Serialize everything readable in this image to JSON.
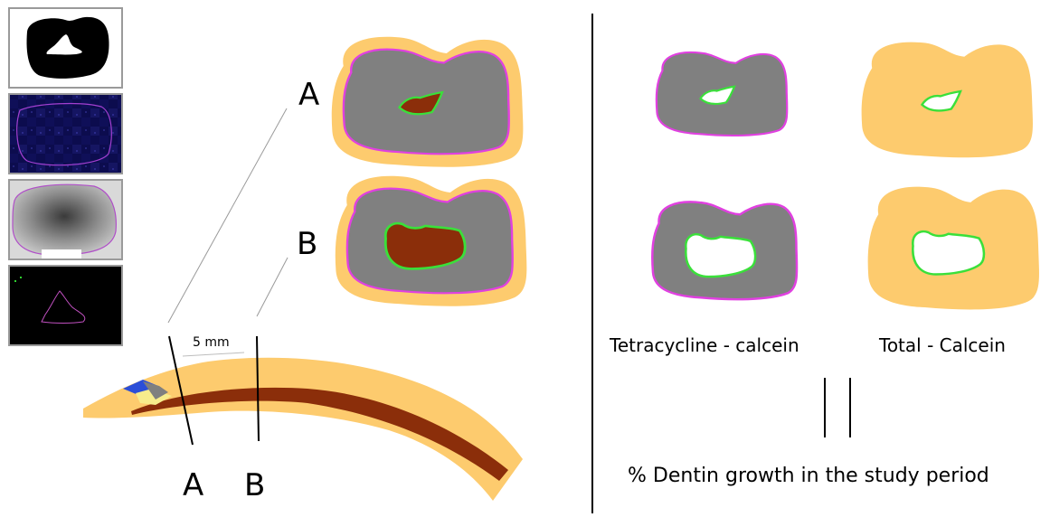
{
  "section_labels": {
    "a_top": "A",
    "b_top": "B",
    "a_bottom": "A",
    "b_bottom": "B"
  },
  "scale_bar": "5 mm",
  "captions": {
    "tetracycline": "Tetracycline - calcein",
    "total": "Total - Calcein",
    "result": "% Dentin growth in the study period"
  },
  "colors": {
    "dentin_beige": "#FDCB6E",
    "grey_area": "#808080",
    "pulp_brown": "#8B2E0A",
    "tetracycline_outline": "#E040E0",
    "calcein_outline": "#3AE03A",
    "blue_tip": "#2B4ED8",
    "yellow_tip": "#F7EC8C"
  }
}
